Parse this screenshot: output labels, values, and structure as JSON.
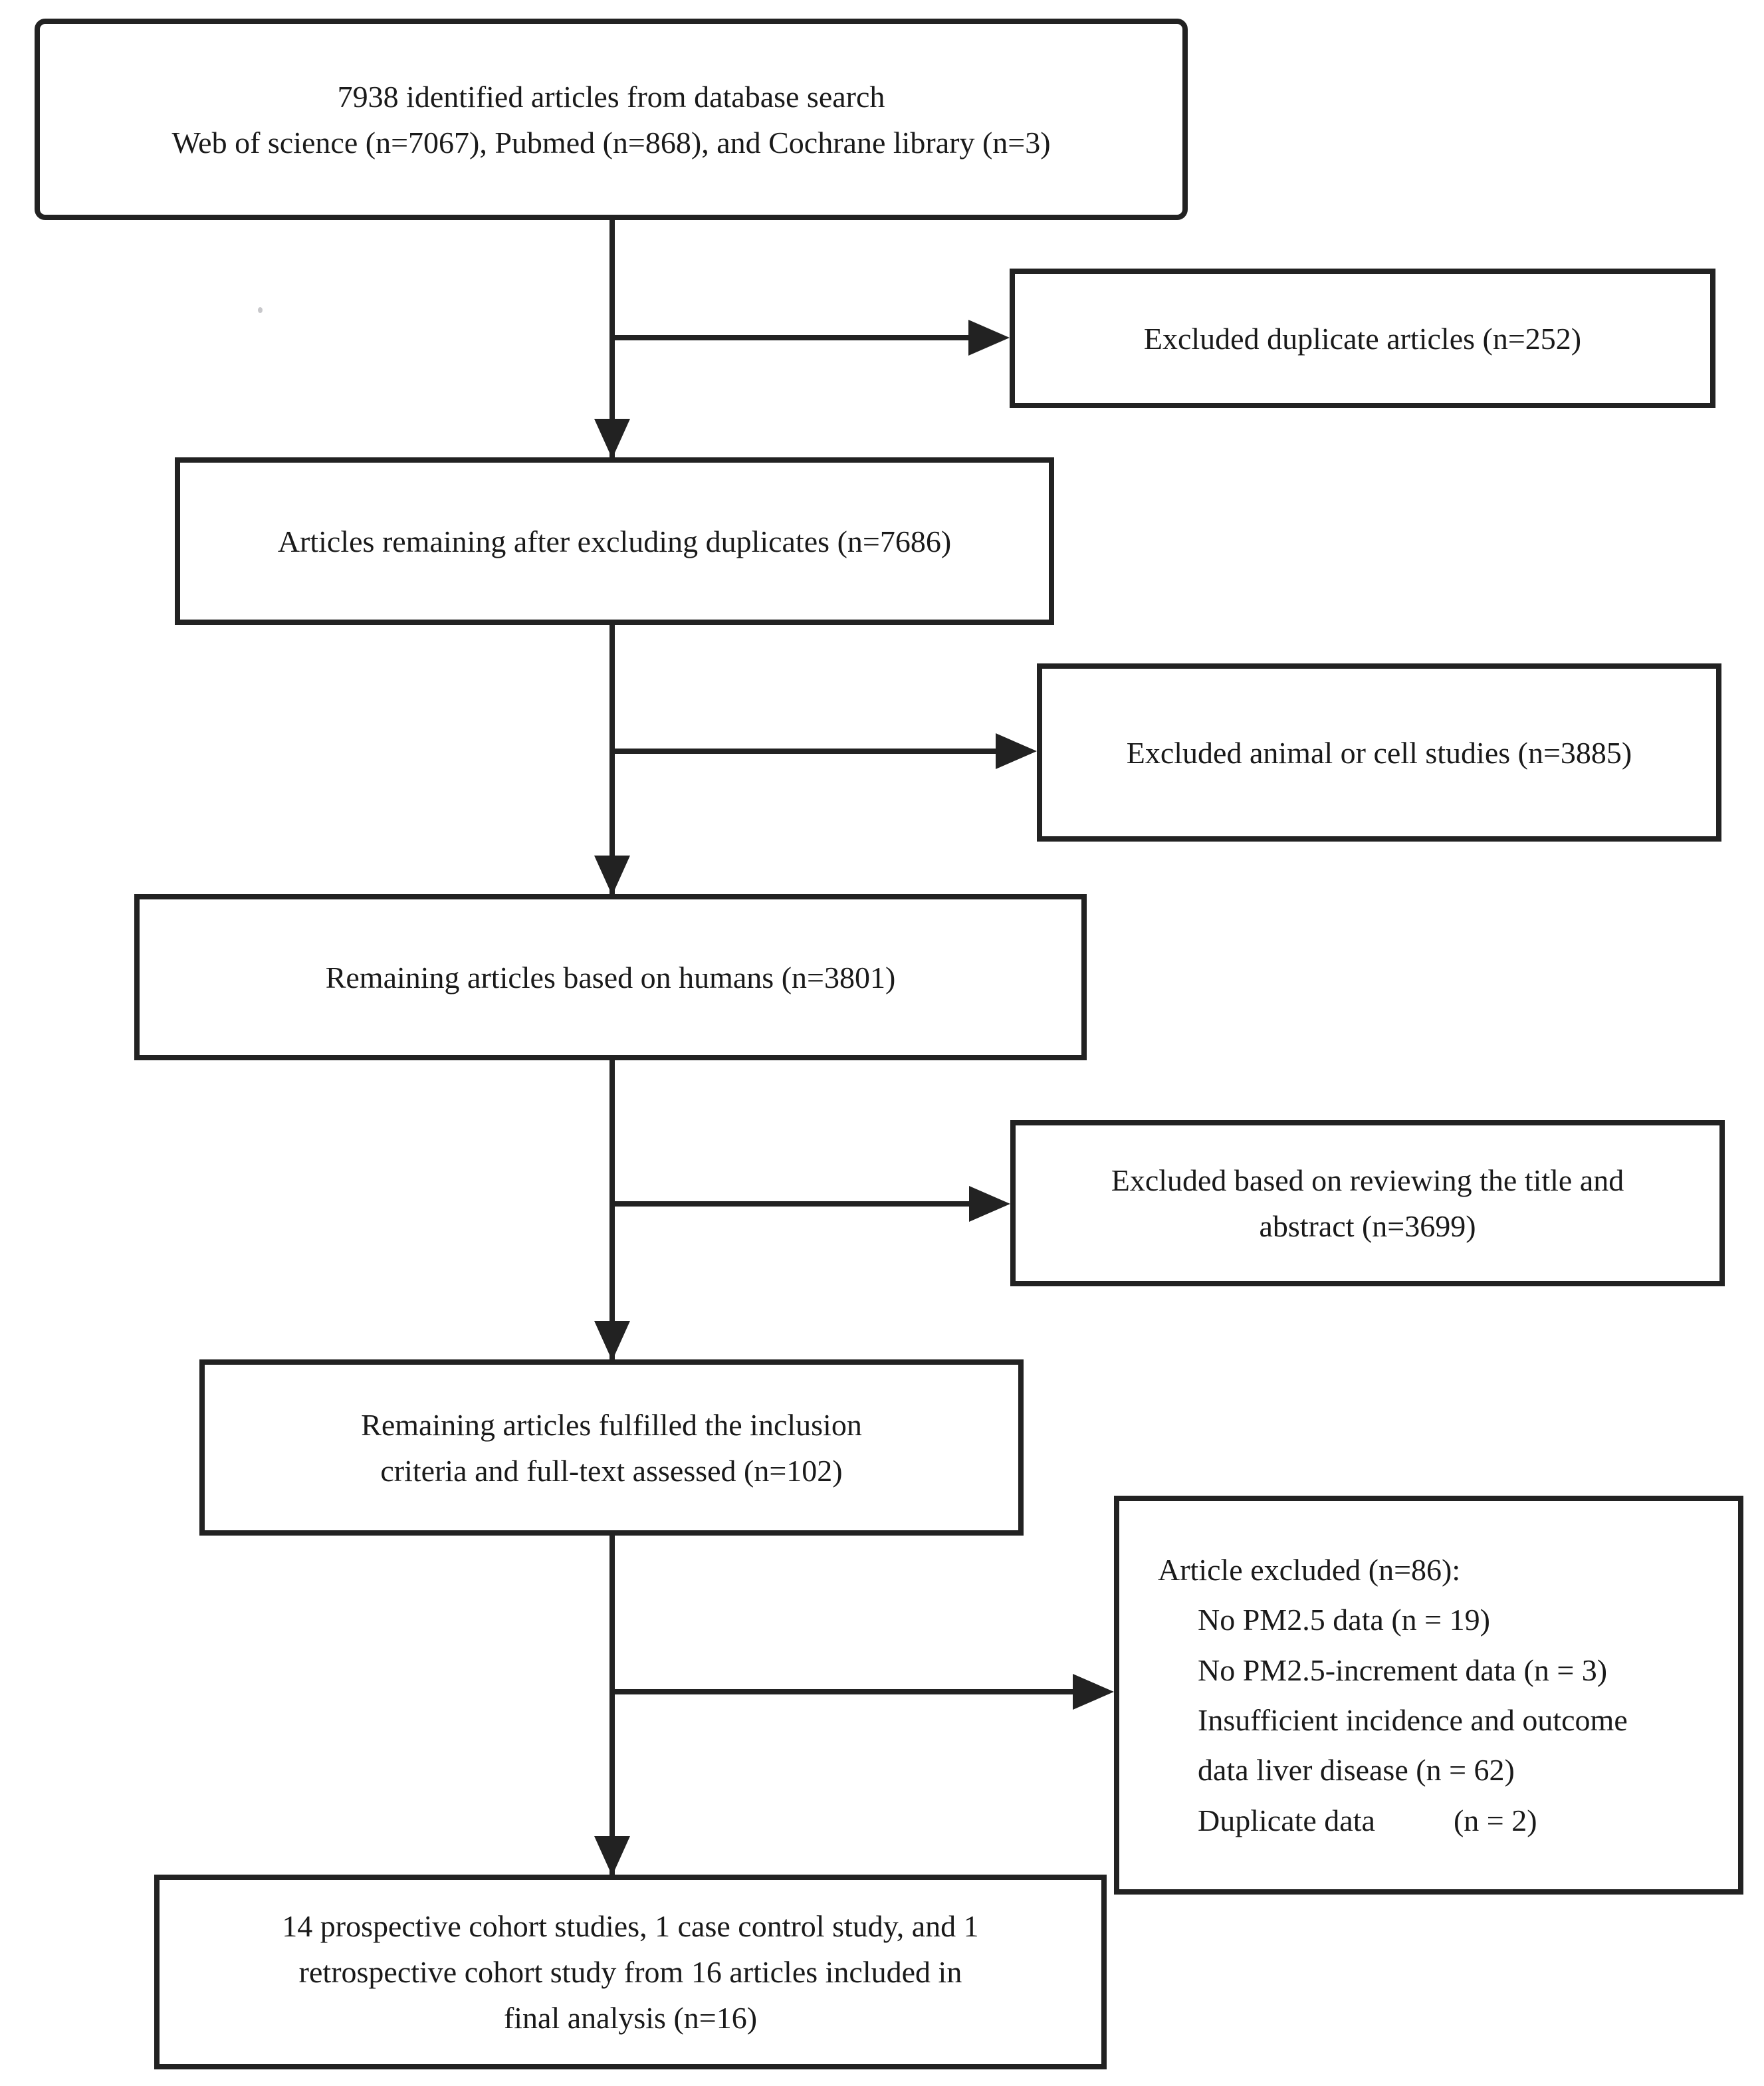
{
  "colors": {
    "background": "#ffffff",
    "line": "#222222",
    "text": "#1a1a1a"
  },
  "boxes": {
    "identified": "7938 identified articles from database search\nWeb of science (n=7067), Pubmed (n=868), and Cochrane library (n=3)",
    "excluded_duplicates": "Excluded duplicate articles (n=252)",
    "after_duplicates": "Articles remaining after excluding duplicates (n=7686)",
    "excluded_animal": "Excluded animal or cell studies (n=3885)",
    "humans": "Remaining articles based on humans (n=3801)",
    "excluded_title_abstract": "Excluded based on reviewing the title and\nabstract (n=3699)",
    "fulltext": "Remaining articles fulfilled the inclusion\ncriteria and full-text assessed (n=102)",
    "excluded_fulltext": {
      "title": "Article excluded (n=86):",
      "items": [
        "No PM2.5 data (n = 19)",
        "No PM2.5-increment data (n = 3)",
        "Insufficient incidence and outcome\ndata liver disease (n = 62)"
      ],
      "duplicate_label": "Duplicate data",
      "duplicate_count": "(n = 2)"
    },
    "final": "14 prospective cohort studies, 1 case control study, and 1\nretrospective cohort study from 16 articles included in\nfinal analysis (n=16)"
  }
}
